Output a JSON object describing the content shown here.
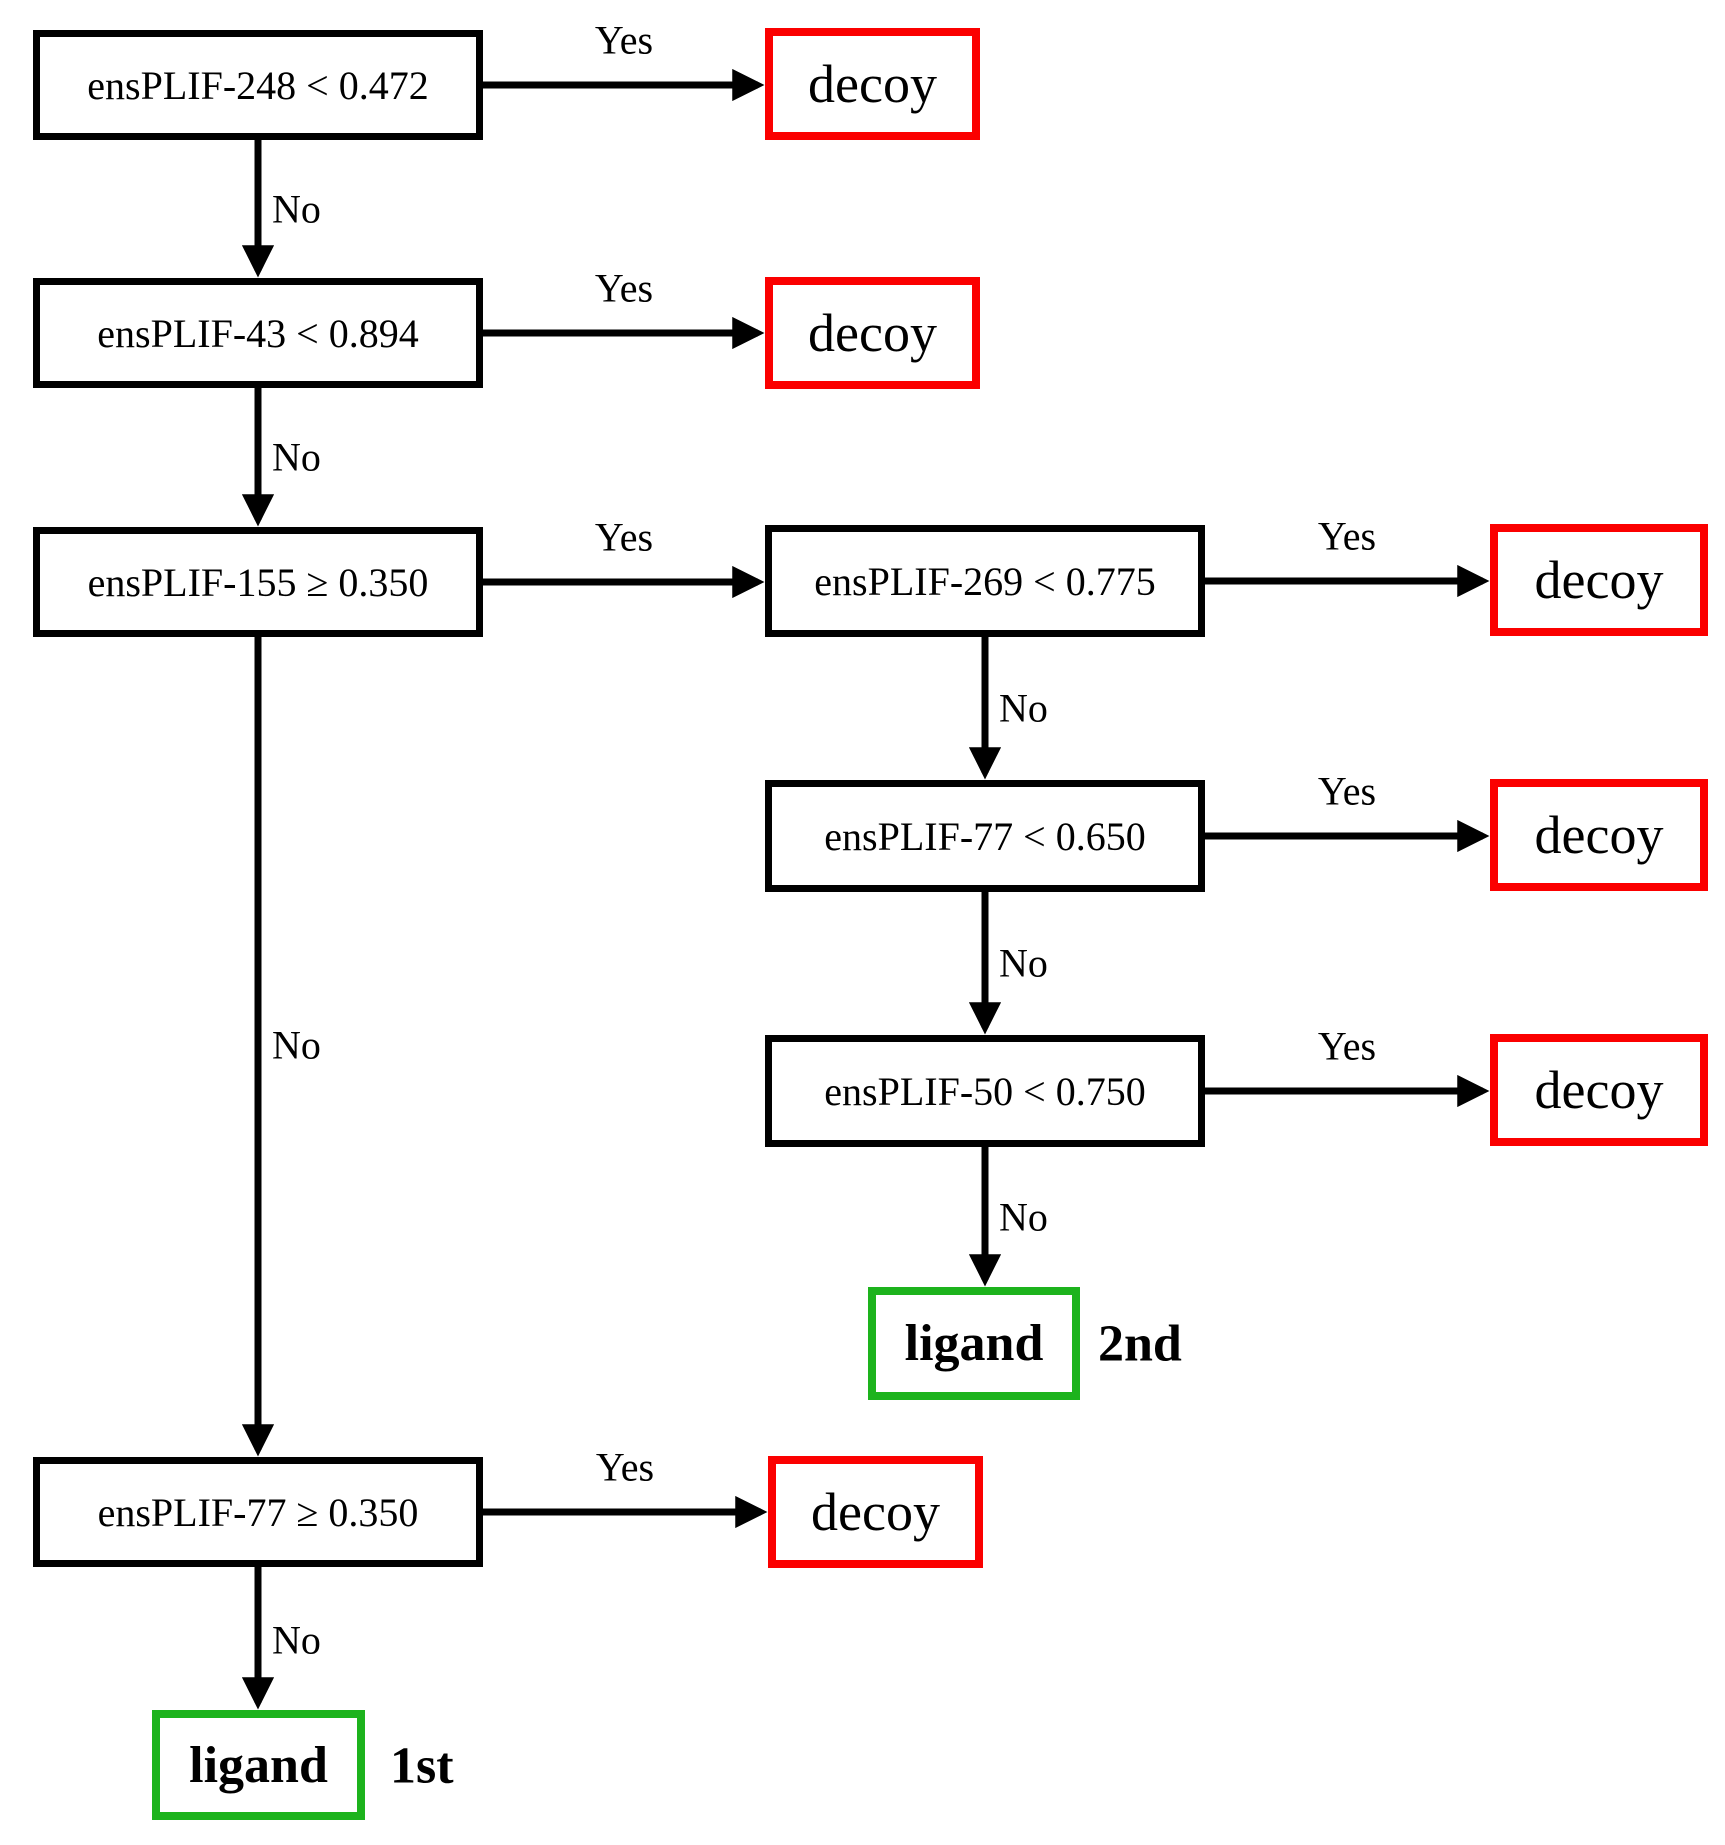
{
  "diagram": {
    "type": "decision-tree",
    "description": "Decision tree classifying docking poses as decoy or ligand based on ensPLIF feature thresholds"
  },
  "colors": {
    "condition_border": "#000000",
    "decoy_border": "#fb0000",
    "ligand_border": "#1db31d",
    "text": "#000000",
    "background": "#ffffff"
  },
  "nodes": [
    {
      "id": "ensPLIF-248",
      "type": "condition",
      "label": "ensPLIF-248 < 0.472"
    },
    {
      "id": "decoy-1",
      "type": "decoy",
      "label": "decoy"
    },
    {
      "id": "ensPLIF-43",
      "type": "condition",
      "label": "ensPLIF-43 < 0.894"
    },
    {
      "id": "decoy-2",
      "type": "decoy",
      "label": "decoy"
    },
    {
      "id": "ensPLIF-155",
      "type": "condition",
      "label": "ensPLIF-155 ≥ 0.350"
    },
    {
      "id": "ensPLIF-269",
      "type": "condition",
      "label": "ensPLIF-269 < 0.775"
    },
    {
      "id": "decoy-3",
      "type": "decoy",
      "label": "decoy"
    },
    {
      "id": "ensPLIF-77-right",
      "type": "condition",
      "label": "ensPLIF-77 < 0.650"
    },
    {
      "id": "decoy-4",
      "type": "decoy",
      "label": "decoy"
    },
    {
      "id": "ensPLIF-50",
      "type": "condition",
      "label": "ensPLIF-50 < 0.750"
    },
    {
      "id": "decoy-5",
      "type": "decoy",
      "label": "decoy"
    },
    {
      "id": "ligand-2nd",
      "type": "ligand",
      "label": "ligand",
      "rank": "2nd"
    },
    {
      "id": "ensPLIF-77-left",
      "type": "condition",
      "label": "ensPLIF-77 ≥ 0.350"
    },
    {
      "id": "decoy-6",
      "type": "decoy",
      "label": "decoy"
    },
    {
      "id": "ligand-1st",
      "type": "ligand",
      "label": "ligand",
      "rank": "1st"
    }
  ],
  "edges": [
    {
      "from": "ensPLIF-248",
      "to": "decoy-1",
      "label": "Yes"
    },
    {
      "from": "ensPLIF-248",
      "to": "ensPLIF-43",
      "label": "No"
    },
    {
      "from": "ensPLIF-43",
      "to": "decoy-2",
      "label": "Yes"
    },
    {
      "from": "ensPLIF-43",
      "to": "ensPLIF-155",
      "label": "No"
    },
    {
      "from": "ensPLIF-155",
      "to": "ensPLIF-269",
      "label": "Yes"
    },
    {
      "from": "ensPLIF-155",
      "to": "ensPLIF-77-left",
      "label": "No"
    },
    {
      "from": "ensPLIF-269",
      "to": "decoy-3",
      "label": "Yes"
    },
    {
      "from": "ensPLIF-269",
      "to": "ensPLIF-77-right",
      "label": "No"
    },
    {
      "from": "ensPLIF-77-right",
      "to": "decoy-4",
      "label": "Yes"
    },
    {
      "from": "ensPLIF-77-right",
      "to": "ensPLIF-50",
      "label": "No"
    },
    {
      "from": "ensPLIF-50",
      "to": "decoy-5",
      "label": "Yes"
    },
    {
      "from": "ensPLIF-50",
      "to": "ligand-2nd",
      "label": "No"
    },
    {
      "from": "ensPLIF-77-left",
      "to": "decoy-6",
      "label": "Yes"
    },
    {
      "from": "ensPLIF-77-left",
      "to": "ligand-1st",
      "label": "No"
    }
  ]
}
